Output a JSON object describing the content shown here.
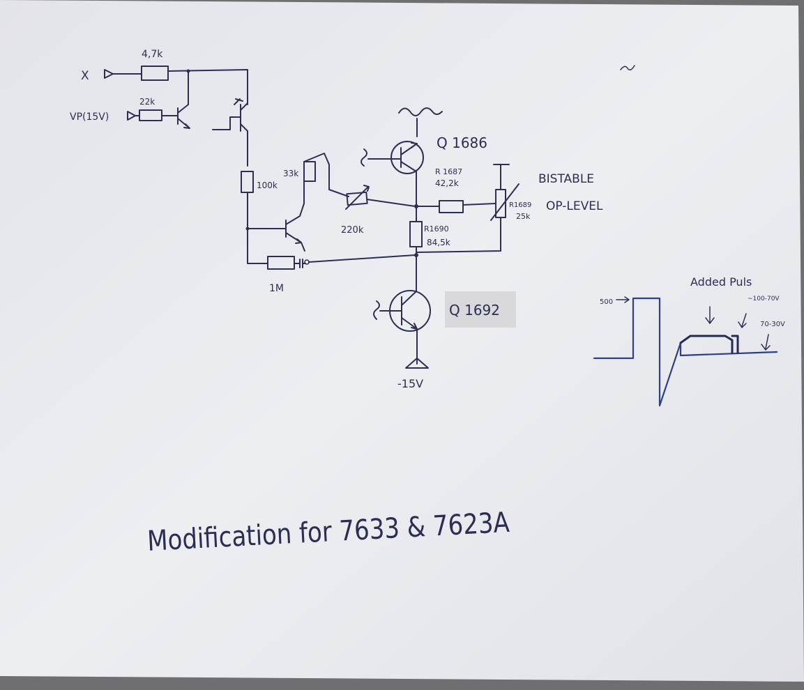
{
  "schematic": {
    "input_x": "X",
    "res_input": "4,7k",
    "input_vp": "VP(15V)",
    "res_vp": "22k",
    "res_100k": "100k",
    "res_33k": "33k",
    "res_220k": "220k",
    "res_1m": "1M",
    "q1686": "Q 1686",
    "r1687_name": "R 1687",
    "r1687_value": "42,2k",
    "r1689_name": "R1689",
    "r1689_value": "25k",
    "bistable_line1": "BISTABLE",
    "bistable_line2": "OP-LEVEL",
    "r1690_name": "R1690",
    "r1690_value": "84,5k",
    "q1692": "Q 1692",
    "supply_neg": "-15V"
  },
  "waveform": {
    "title": "Added Puls",
    "level_500": "500",
    "level_high": "~100-70V",
    "level_low": "70-30V"
  },
  "caption": "Modification for 7633 & 7623A",
  "colors": {
    "paper": "#e9eaef",
    "ink": "#2c2f52",
    "background": "#6e6e70"
  }
}
